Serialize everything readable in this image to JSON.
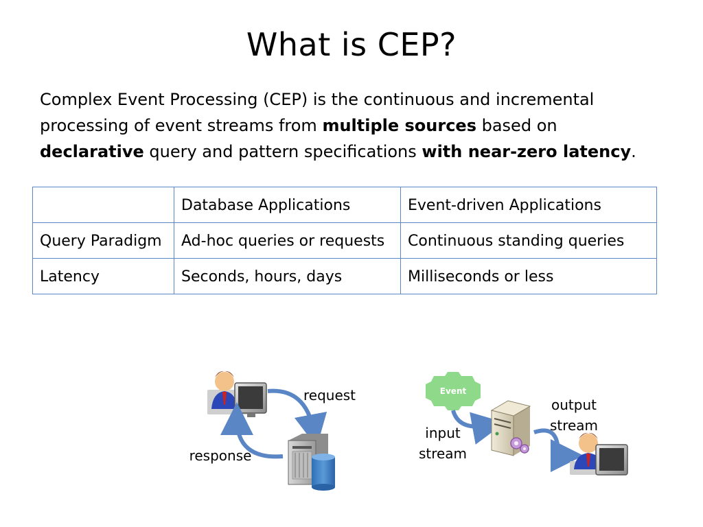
{
  "slide": {
    "title": "What is CEP?",
    "intro": {
      "p1": "Complex Event Processing (CEP) is the continuous and incremental processing of event streams from ",
      "b1": "multiple sources",
      "p2": " based on ",
      "b2": "declarative",
      "p3": " query and pattern specifications ",
      "b3": "with near-zero latency",
      "p4": "."
    },
    "table": {
      "headers": [
        "",
        "Database Applications",
        "Event-driven Applications"
      ],
      "rows": [
        [
          "Query Paradigm",
          "Ad-hoc queries or requests",
          "Continuous standing queries"
        ],
        [
          "Latency",
          "Seconds, hours, days",
          "Milliseconds or less"
        ]
      ]
    },
    "diagram_left": {
      "request_label": "request",
      "response_label": "response"
    },
    "diagram_right": {
      "event_label": "Event",
      "input_label_1": "input",
      "input_label_2": "stream",
      "output_label_1": "output",
      "output_label_2": "stream"
    },
    "colors": {
      "table_border": "#5b86c5",
      "arrow": "#5b86c5",
      "gear": "#8fd98a",
      "database": "#3f7fc4"
    }
  }
}
